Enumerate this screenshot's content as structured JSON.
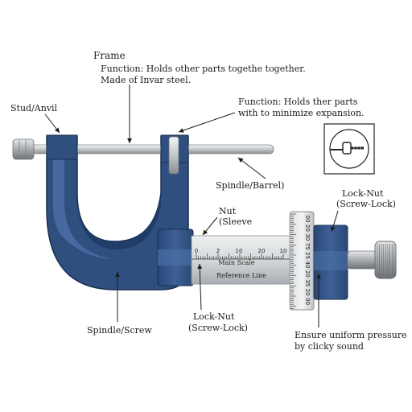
{
  "labels": {
    "frame_title": "Frame",
    "frame_function_line1": "Function: Holds other parts togethe together.",
    "frame_function_line2": "Made of Invar steel.",
    "stud_anvil": "Stud/Anvil",
    "function2_line1": "Function: Holds ther parts",
    "function2_line2": "with to minimize expansion.",
    "spindle_barrel": "Spindle/Barrel)",
    "nut_line1": "Nut",
    "nut_line2": "(Sleeve",
    "lock_nut_top_line1": "Lock-Nut",
    "lock_nut_top_line2": "(Screw-Lock)",
    "spindle_screw": "Spindle/Screw",
    "lock_nut_bottom_line1": "Lock-Nut",
    "lock_nut_bottom_line2": "(Screw-Lock)",
    "ensure_line1": "Ensure uniform pressure",
    "ensure_line2": "by clicky sound"
  },
  "sleeve_scale": {
    "numbers": [
      "0",
      "2",
      "10",
      "20",
      "10"
    ],
    "main_scale": "Main Scale",
    "reference_line": "Reference Line"
  },
  "thimble_scale": {
    "numbers": [
      "00",
      "20",
      "30",
      "75",
      "25",
      "40",
      "20",
      "35",
      "20",
      "00"
    ]
  },
  "colors": {
    "frame_blue": "#2f4f7f",
    "frame_dark": "#1f3a66",
    "frame_light": "#4a6fa5",
    "steel_light": "#e6e8ea",
    "steel_mid": "#b9bcbf",
    "steel_dark": "#7d8185"
  }
}
